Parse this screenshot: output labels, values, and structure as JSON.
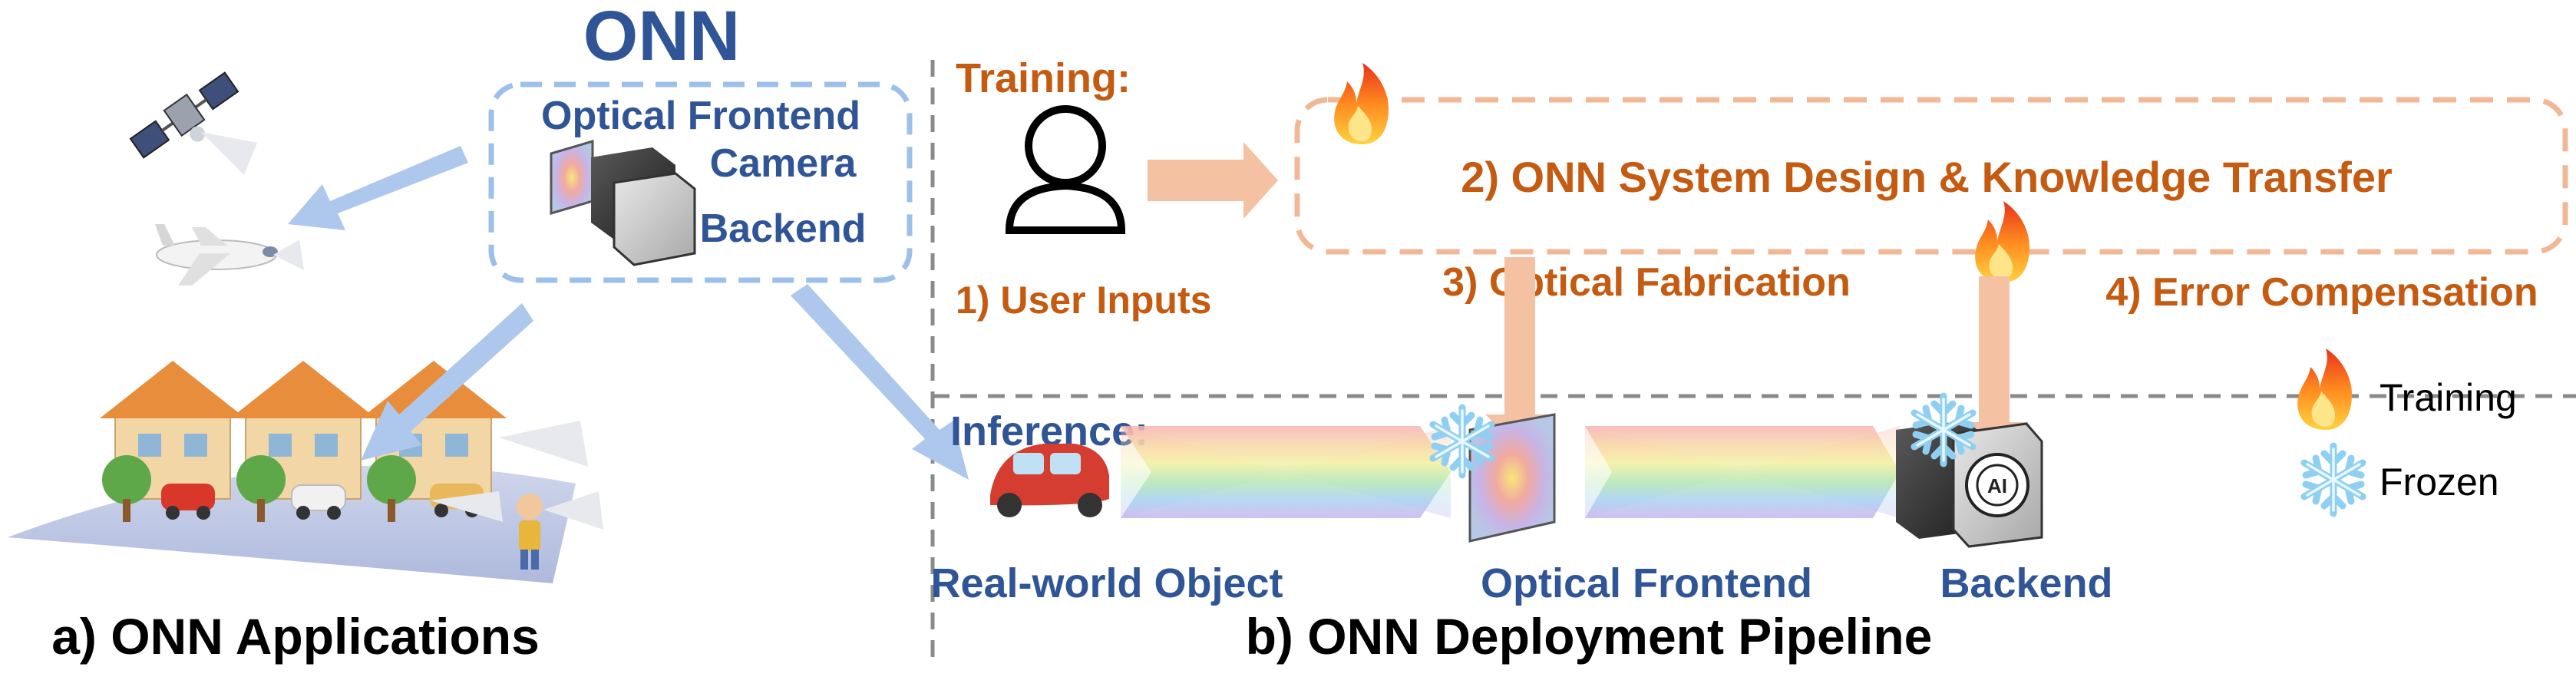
{
  "left": {
    "onn_title": "ONN",
    "optical_frontend": "Optical Frontend",
    "camera": "Camera",
    "backend": "Backend",
    "caption": "a) ONN Applications"
  },
  "right": {
    "training_header": "Training:",
    "inference_header": "Inference:",
    "step1": "1) User Inputs",
    "step2": "2) ONN System Design & Knowledge Transfer",
    "step3": "3) Optical Fabrication",
    "step4": "4) Error Compensation",
    "real_world_object": "Real-world Object",
    "optical_frontend": "Optical Frontend",
    "backend": "Backend",
    "caption": "b) ONN Deployment Pipeline"
  },
  "legend": {
    "training": "Training",
    "frozen": "Frozen"
  },
  "colors": {
    "blue_text": "#2f5597",
    "orange_text": "#c55a11",
    "blue_arrow": "#adc8ec",
    "orange_arrow": "#f4c1a3",
    "dashed_blue": "#9cc0ea",
    "dashed_orange": "#f2b896",
    "divider_gray": "#8a8a8a"
  },
  "icons": [
    "satellite-icon",
    "airplane-icon",
    "houses-icon",
    "car-icon",
    "person-icon",
    "user-icon",
    "fire-icon",
    "snowflake-icon",
    "camera-icon",
    "lens-icon",
    "ai-chip-icon"
  ]
}
